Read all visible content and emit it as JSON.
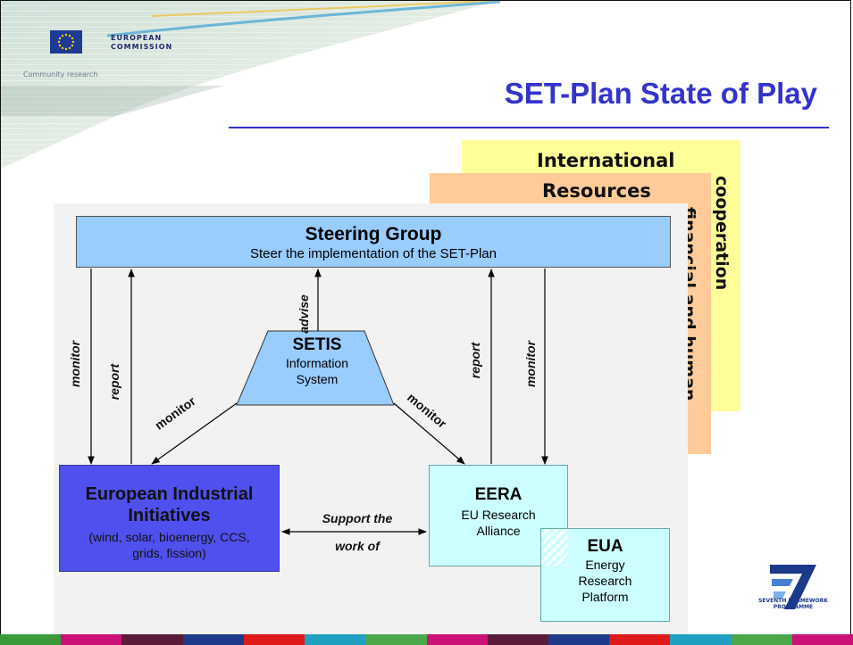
{
  "header": {
    "title": "SET-Plan State of Play",
    "logo_line1": "EUROPEAN",
    "logo_line2": "COMMISSION",
    "community": "Community research"
  },
  "panels": {
    "international_head": "International",
    "international_vertical": "cooperation",
    "resources_head": "Resources",
    "resources_vertical": "financial and human"
  },
  "diagram": {
    "steering": {
      "title": "Steering Group",
      "subtitle": "Steer the implementation of the SET-Plan"
    },
    "setis": {
      "title": "SETIS",
      "line1": "Information",
      "line2": "System"
    },
    "eii": {
      "title_line1": "European Industrial",
      "title_line2": "Initiatives",
      "sub_line1": "(wind, solar, bioenergy, CCS,",
      "sub_line2": "grids, fission)"
    },
    "eera": {
      "title": "EERA",
      "line1": "EU Research",
      "line2": "Alliance"
    },
    "eua": {
      "title": "EUA",
      "line1": "Energy",
      "line2": "Research",
      "line3": "Platform"
    },
    "labels": {
      "monitor_left": "monitor",
      "report_left": "report",
      "advise": "advise",
      "report_right": "report",
      "monitor_right": "monitor",
      "monitor_diag_left": "monitor",
      "monitor_diag_right": "monitor",
      "support_line1": "Support the",
      "support_line2": "work of"
    }
  },
  "fp7": {
    "line1": "SEVENTH FRAMEWORK",
    "line2": "PROGRAMME"
  },
  "colors": {
    "title": "#3333cc",
    "steering": "#99ccff",
    "eii": "#5050ee",
    "eera": "#ccffff",
    "international": "#ffff99",
    "resources": "#ffcc99",
    "bottom_bar": [
      "#3a9a3a",
      "#cc1177",
      "#5a1a3a",
      "#1e3a8a",
      "#e01a1a",
      "#20a0c0",
      "#4aa84a",
      "#cc1177",
      "#5a1a3a",
      "#1e3a8a",
      "#e01a1a",
      "#20a0c0",
      "#4aa84a",
      "#cc1177"
    ]
  }
}
